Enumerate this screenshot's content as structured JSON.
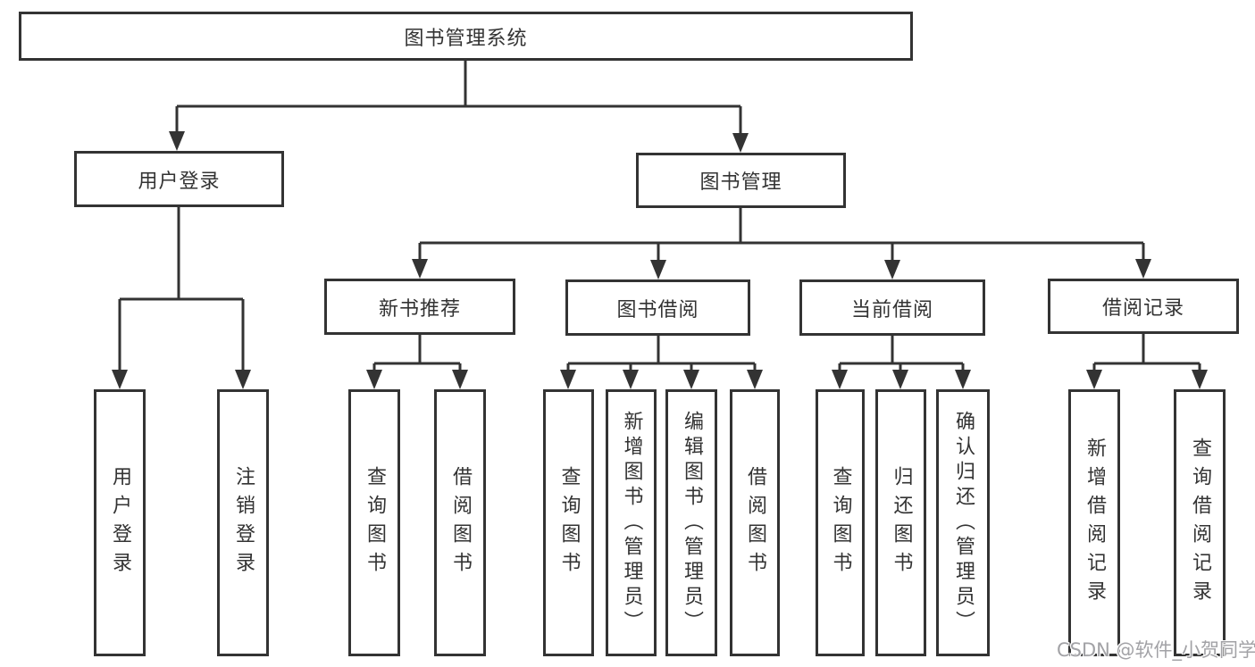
{
  "colors": {
    "background": "#ffffff",
    "line": "#333333",
    "text": "#333333",
    "watermark": "#a2a2a6"
  },
  "tree": {
    "root": {
      "label": "图书管理系统"
    },
    "branches": [
      {
        "label": "用户登录",
        "children": [
          {
            "label": "用户登录"
          },
          {
            "label": "注销登录"
          }
        ]
      },
      {
        "label": "图书管理",
        "children": [
          {
            "label": "新书推荐",
            "children": [
              {
                "label": "查询图书"
              },
              {
                "label": "借阅图书"
              }
            ]
          },
          {
            "label": "图书借阅",
            "children": [
              {
                "label": "查询图书"
              },
              {
                "label": "新增图书（管理员）"
              },
              {
                "label": "编辑图书（管理员）"
              },
              {
                "label": "借阅图书"
              }
            ]
          },
          {
            "label": "当前借阅",
            "children": [
              {
                "label": "查询图书"
              },
              {
                "label": "归还图书"
              },
              {
                "label": "确认归还（管理员）"
              }
            ]
          },
          {
            "label": "借阅记录",
            "children": [
              {
                "label": "新增借阅记录"
              },
              {
                "label": "查询借阅记录"
              }
            ]
          }
        ]
      }
    ]
  },
  "watermark": {
    "text": "CSDN @软件_小贺同学"
  }
}
